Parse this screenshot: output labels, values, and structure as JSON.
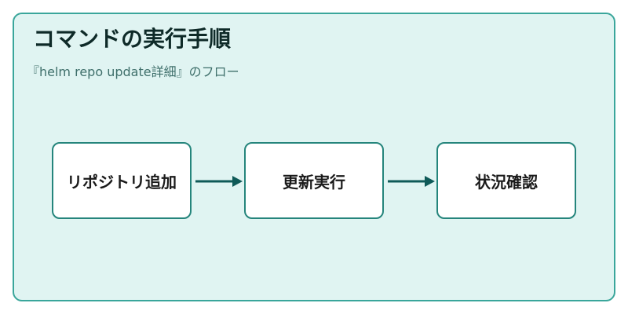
{
  "title": "コマンドの実行手順",
  "subtitle": "『helm repo update詳細』のフロー",
  "steps": [
    {
      "label": "リポジトリ追加"
    },
    {
      "label": "更新実行"
    },
    {
      "label": "状況確認"
    }
  ],
  "colors": {
    "panel_bg": "#e0f4f2",
    "panel_border": "#3aa69b",
    "box_border": "#25857c",
    "arrow": "#0f5a58"
  }
}
